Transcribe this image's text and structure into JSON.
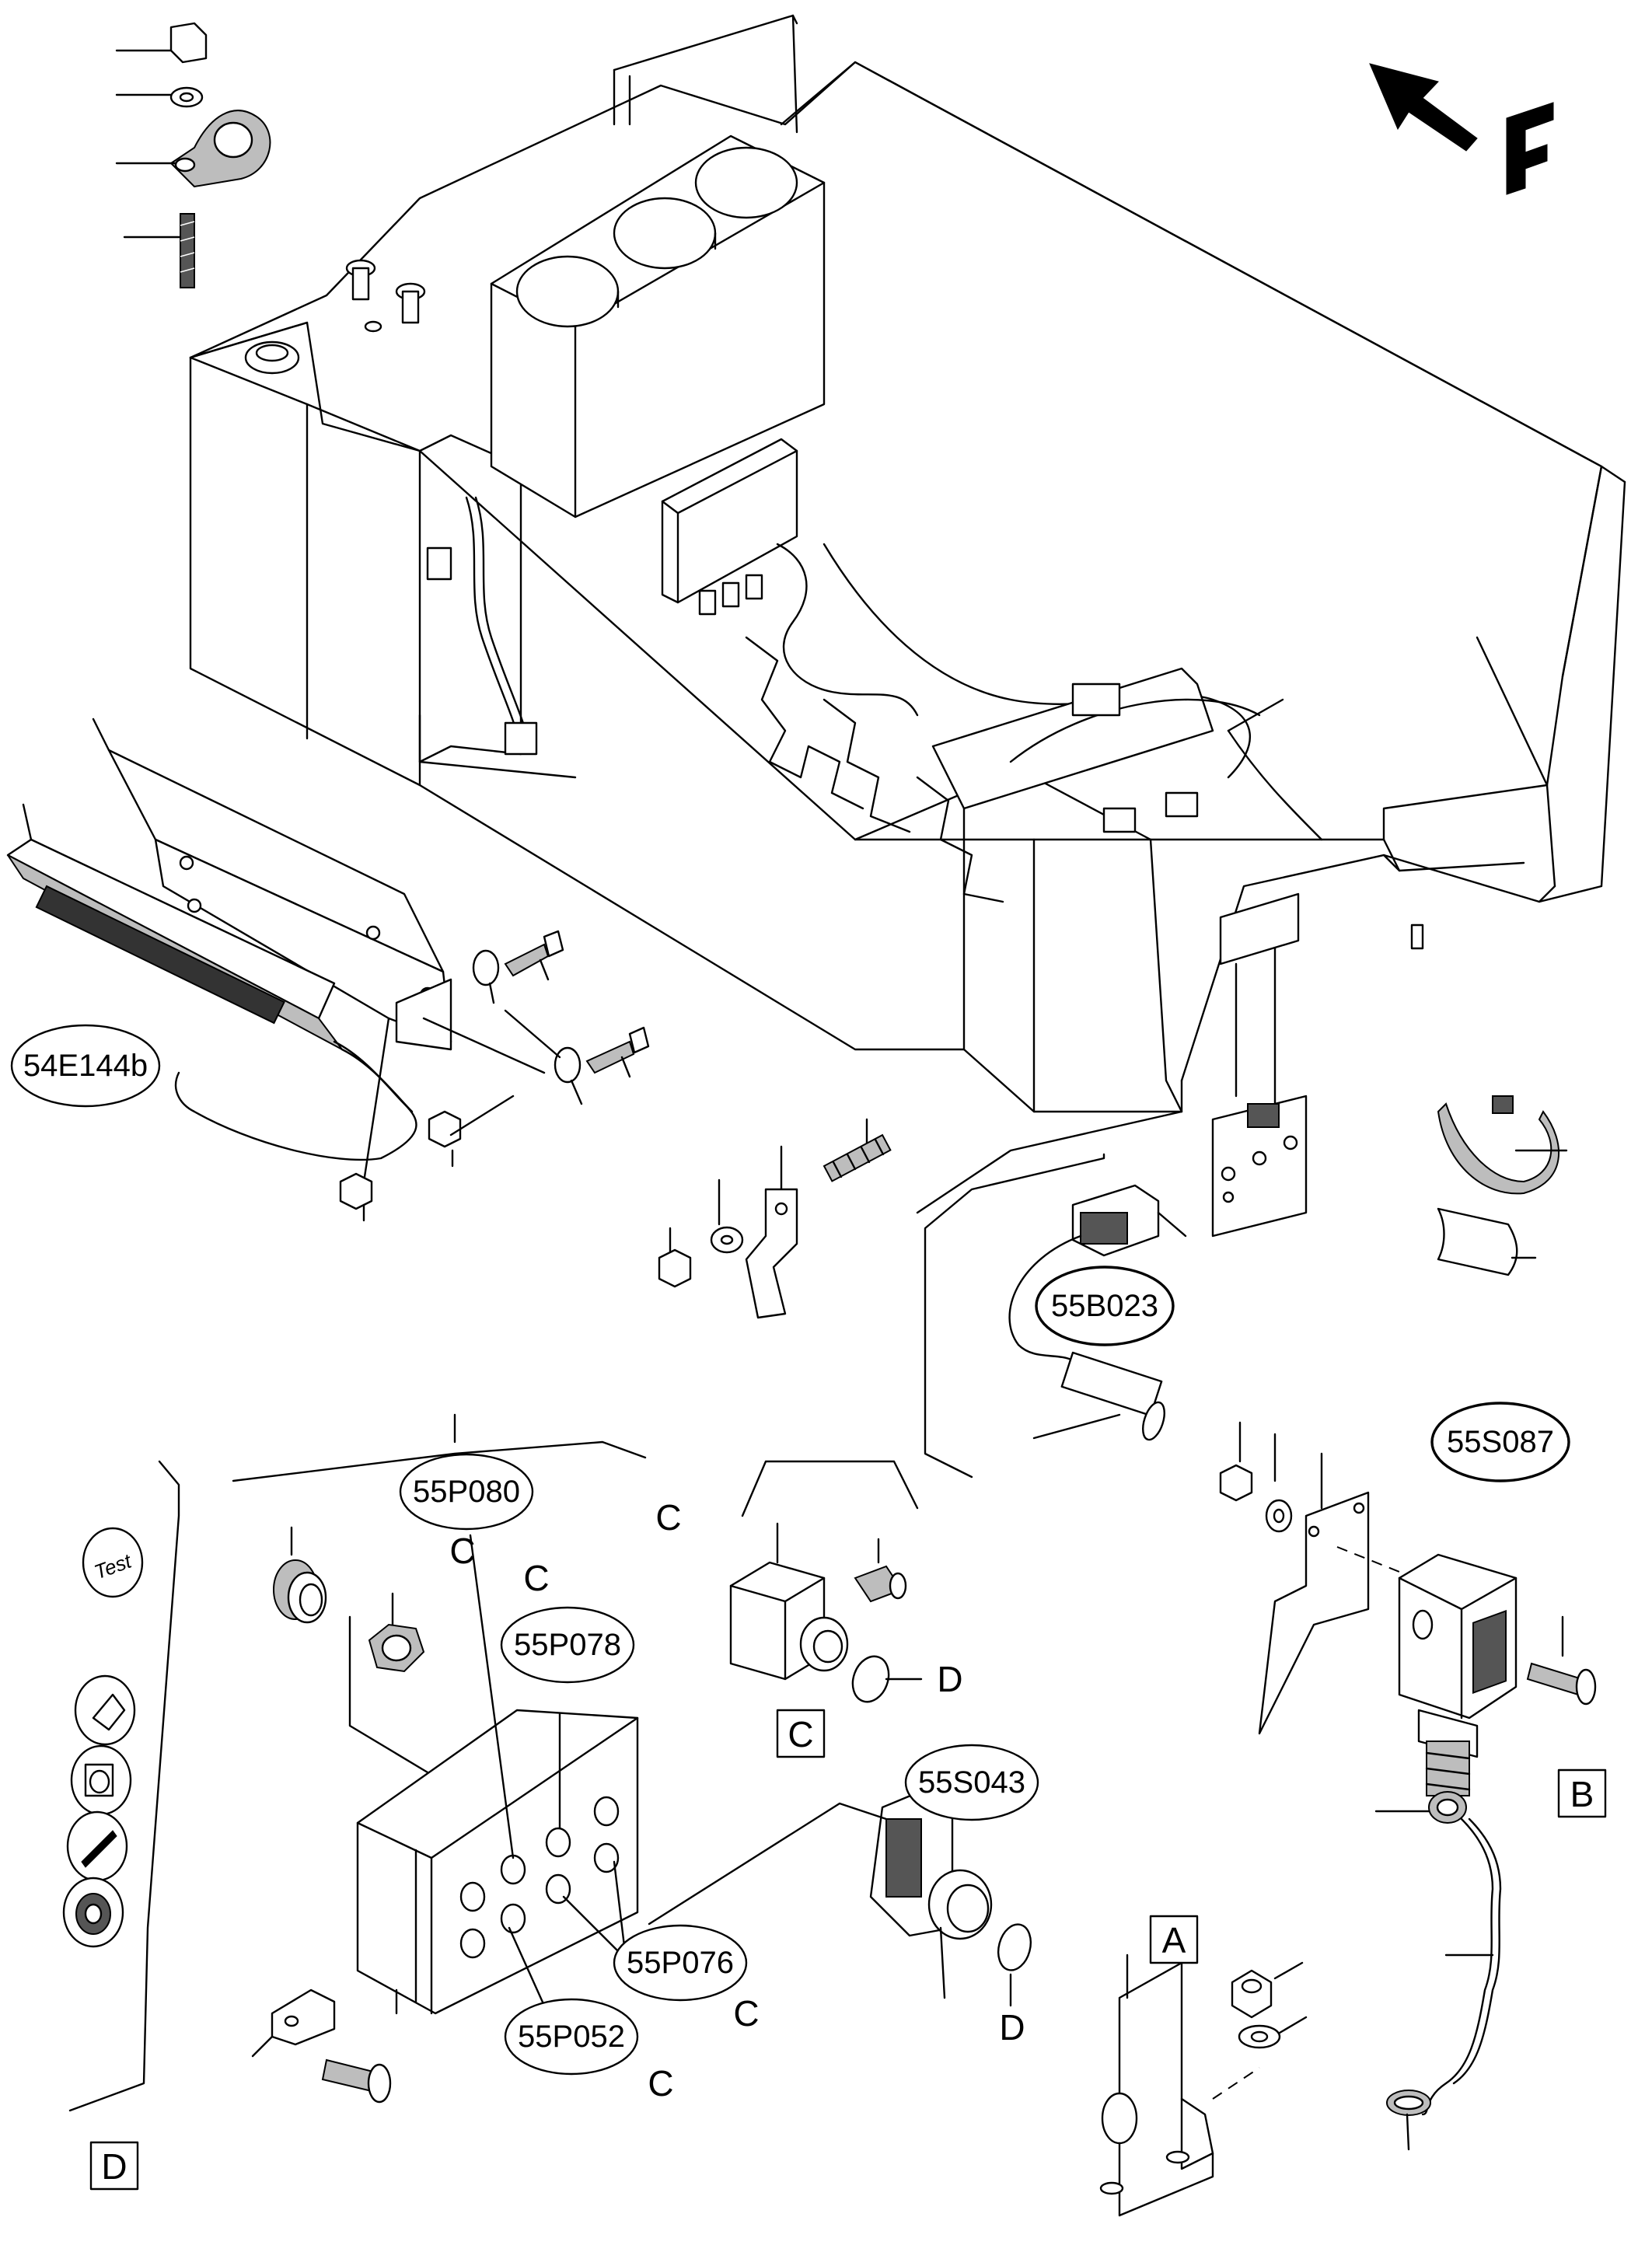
{
  "direction_marker": {
    "letter": "F"
  },
  "callouts": {
    "c_54E144b": "54E144b",
    "c_55B023": "55B023",
    "c_55S087": "55S087",
    "c_55P080": "55P080",
    "c_55P078": "55P078",
    "c_55S043": "55S043",
    "c_55P076": "55P076",
    "c_55P052": "55P052"
  },
  "detail_boxes": {
    "a": "A",
    "b": "B",
    "c": "C",
    "d": "D"
  },
  "letters": {
    "c": "C",
    "d": "D"
  },
  "panel_labels": {
    "test_button": "Test"
  },
  "colors": {
    "line": "#000000",
    "background": "#ffffff",
    "shade": "#bdbdbd"
  }
}
